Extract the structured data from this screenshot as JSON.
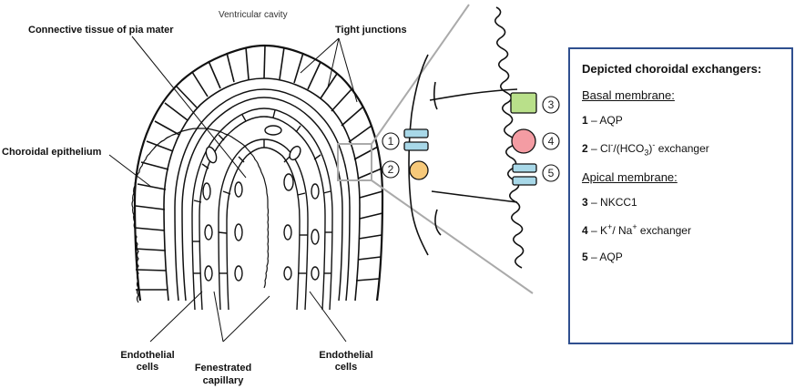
{
  "labels": {
    "ventricular_cavity": "Ventricular cavity",
    "connective_tissue": "Connective tissue of pia mater",
    "tight_junctions": "Tight junctions",
    "choroidal_epithelium": "Choroidal epithelium",
    "endothelial_cells_left_1": "Endothelial",
    "endothelial_cells_left_2": "cells",
    "fenestrated_capillary_1": "Fenestrated",
    "fenestrated_capillary_2": "capillary",
    "endothelial_cells_right_1": "Endothelial",
    "endothelial_cells_right_2": "cells"
  },
  "markers": {
    "m1": "1",
    "m2": "2",
    "m3": "3",
    "m4": "4",
    "m5": "5"
  },
  "legend": {
    "title": "Depicted choroidal exchangers:",
    "basal_heading": "Basal membrane:",
    "item1_num": "1",
    "item1_text": "AQP",
    "item2_num": "2",
    "item2_text_pre": "Cl",
    "item2_text_sup": "-",
    "item2_text_mid": "/(HCO",
    "item2_text_sub": "3",
    "item2_text_post": ")",
    "item2_text_sup2": "-",
    "item2_text_end": " exchanger",
    "apical_heading": "Apical membrane:",
    "item3_num": "3",
    "item3_text": "NKCC1",
    "item4_num": "4",
    "item4_text_pre": "K",
    "item4_text_sup": "+",
    "item4_text_mid": "/ Na",
    "item4_text_sup2": "+",
    "item4_text_end": " exchanger",
    "item5_num": "5",
    "item5_text": "AQP",
    "dash": " – "
  },
  "colors": {
    "aqp": "#a8d8e8",
    "cl_exchanger": "#f7c97a",
    "nkcc1": "#b9e08a",
    "k_na_exchanger": "#f49ca3",
    "legend_border": "#2f4f8f"
  }
}
